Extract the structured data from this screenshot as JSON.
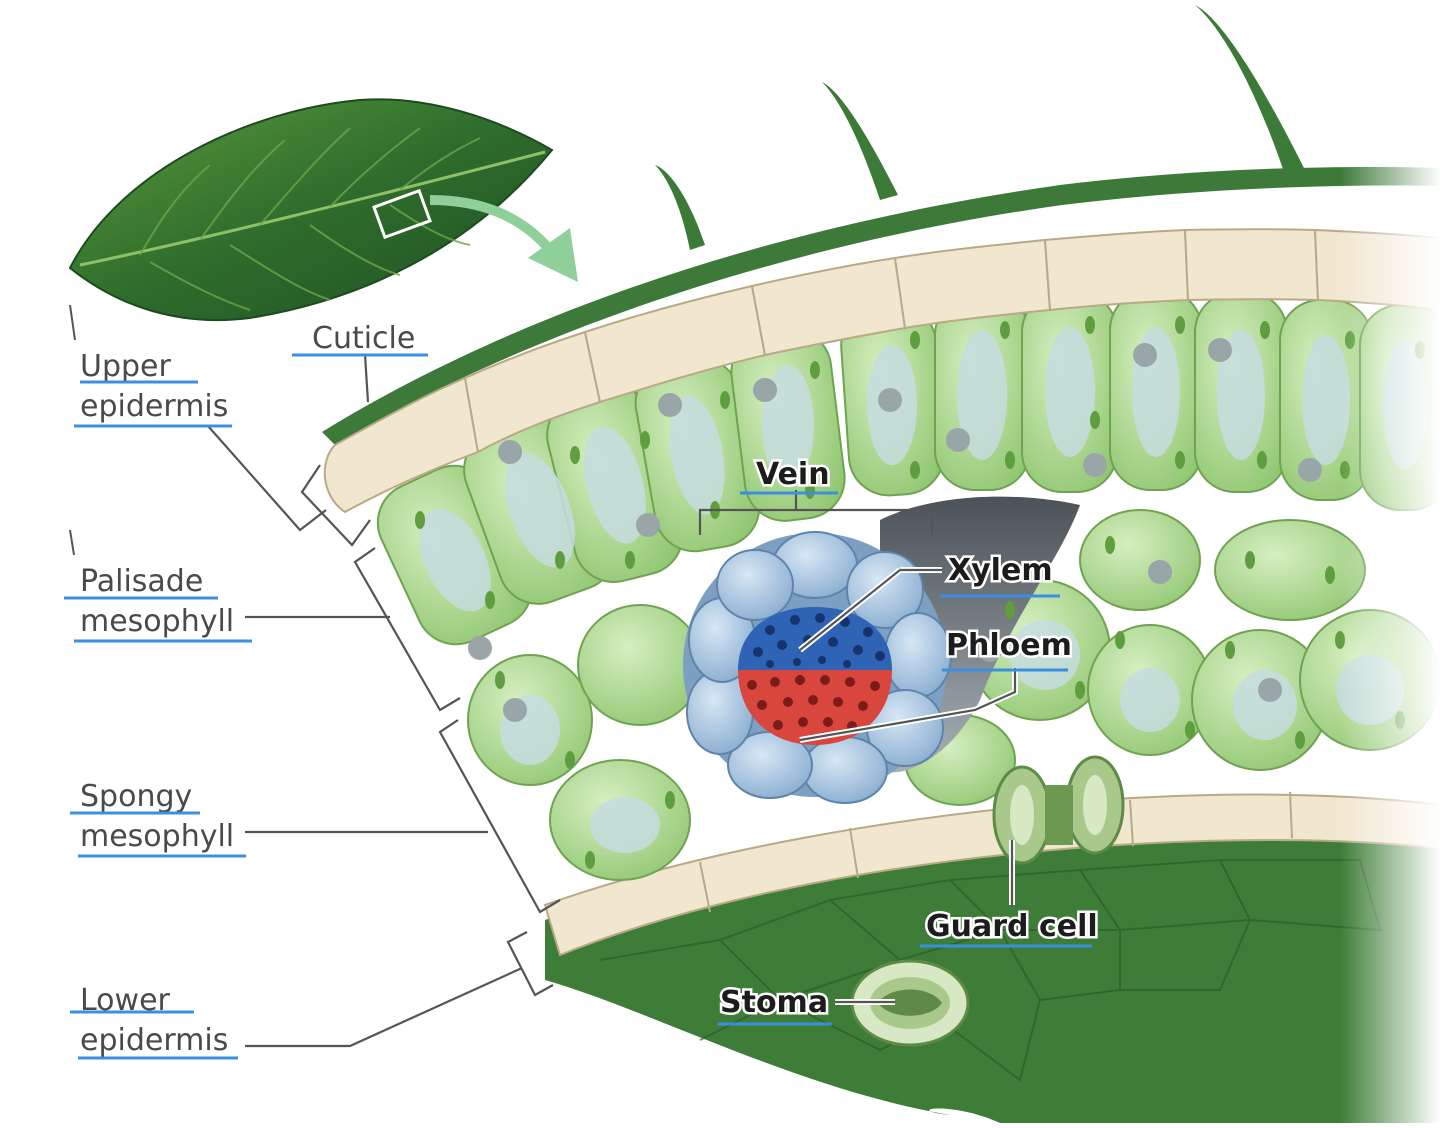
{
  "labels": {
    "cuticle": "Cuticle",
    "upper_1": "Upper",
    "upper_2": "epidermis",
    "palisade_1": "Palisade",
    "palisade_2": "mesophyll",
    "spongy_1": "Spongy",
    "spongy_2": "mesophyll",
    "lower_1": "Lower",
    "lower_2": "epidermis",
    "vein": "Vein",
    "xylem": "Xylem",
    "phloem": "Phloem",
    "guard_cell": "Guard cell",
    "stoma": "Stoma"
  },
  "colors": {
    "leaf_dark": "#2f6b2c",
    "leaf_mid": "#4f8f3a",
    "cuticle": "#3d7a3a",
    "epidermis": "#f1e7cf",
    "mesophyll": "#a9d68a",
    "mesophyll_light": "#c9e8b0",
    "vacuole": "#c6dde0",
    "chloroplast": "#5f9e3f",
    "bundle_sheath": "#9fc0dd",
    "xylem": "#2f63b5",
    "phloem": "#d8463d",
    "underline": "#3a8fe0",
    "arrow": "#8fd09a"
  }
}
